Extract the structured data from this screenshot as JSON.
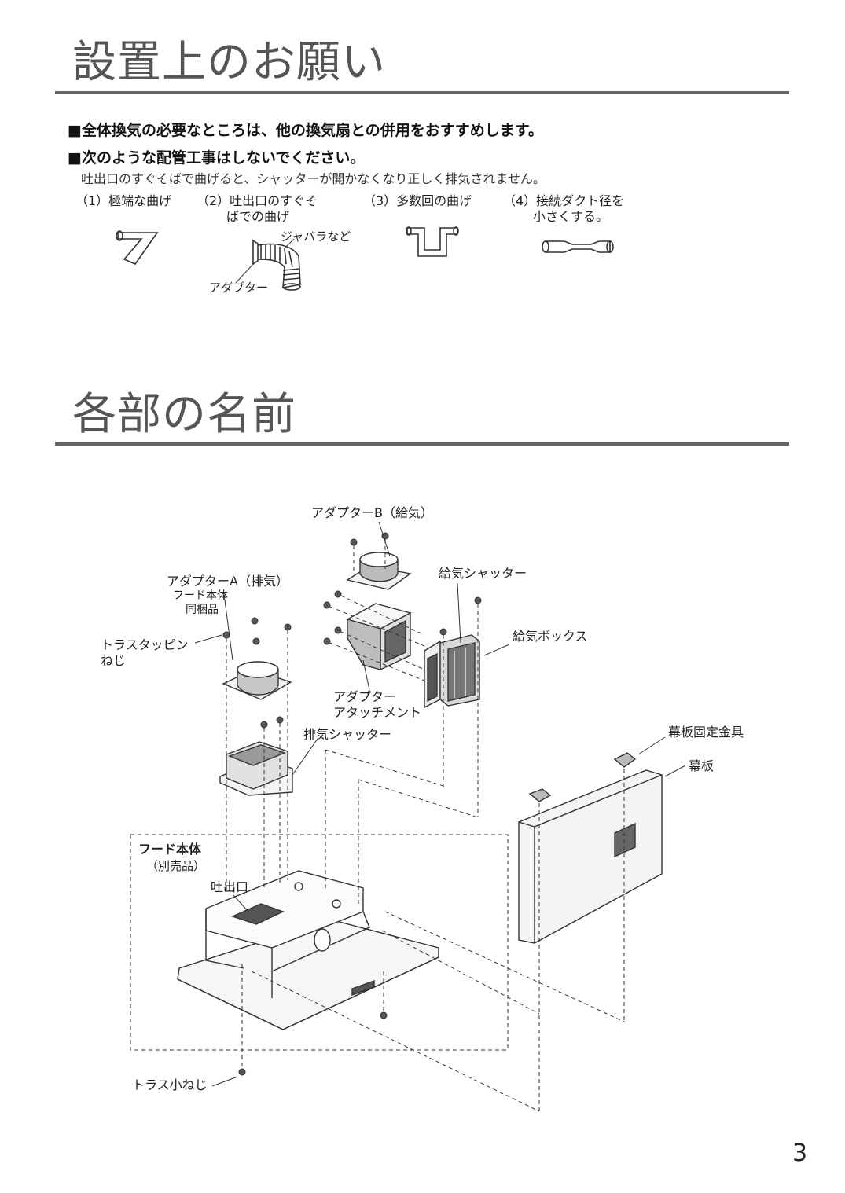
{
  "section1": {
    "title": "設置上のお願い",
    "bullet1": "■全体換気の必要なところは、他の換気扇との併用をおすすめします。",
    "bullet2": "■次のような配管工事はしないでください。",
    "note": "吐出口のすぐそばで曲げると、シャッターが開かなくなり正しく排気されません。",
    "cases": [
      {
        "line1": "（1）極端な曲げ",
        "line2": ""
      },
      {
        "line1": "（2）吐出口のすぐそ",
        "line2": "ばでの曲げ"
      },
      {
        "line1": "（3）多数回の曲げ",
        "line2": ""
      },
      {
        "line1": "（4）接続ダクト径を",
        "line2": "小さくする。"
      }
    ],
    "case2_labels": {
      "bellows": "ジャバラなど",
      "adapter": "アダプター"
    }
  },
  "section2": {
    "title": "各部の名前",
    "labels": {
      "adapter_b": "アダプターB（給気）",
      "adapter_a": "アダプターA（排気）",
      "adapter_a_note1": "フード本体",
      "adapter_a_note2": "同梱品",
      "supply_shutter": "給気シャッター",
      "supply_box": "給気ボックス",
      "truss_tapping1": "トラスタッピン",
      "truss_tapping2": "ねじ",
      "adapter_attachment1": "アダプター",
      "adapter_attachment2": "アタッチメント",
      "exhaust_shutter": "排気シャッター",
      "panel_bracket": "幕板固定金具",
      "panel": "幕板",
      "hood_body": "フード本体",
      "hood_body_note": "（別売品）",
      "outlet": "吐出口",
      "truss_small_screw": "トラス小ねじ"
    }
  },
  "page_number": "3"
}
